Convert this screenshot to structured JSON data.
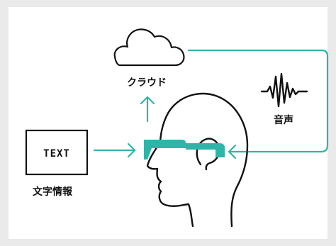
{
  "diagram": {
    "cloud_label": "クラウド",
    "audio_label": "音声",
    "text_box_label": "TEXT",
    "text_info_label": "文字情報"
  },
  "colors": {
    "accent": "#2fb5a8",
    "stroke": "#111111",
    "background": "#ffffff",
    "frame": "#eaeaea"
  },
  "icons": {
    "cloud": "cloud-icon",
    "waveform": "sound-wave-icon",
    "glasses": "smart-glasses-icon",
    "head": "head-profile-icon",
    "document": "text-document-icon"
  }
}
